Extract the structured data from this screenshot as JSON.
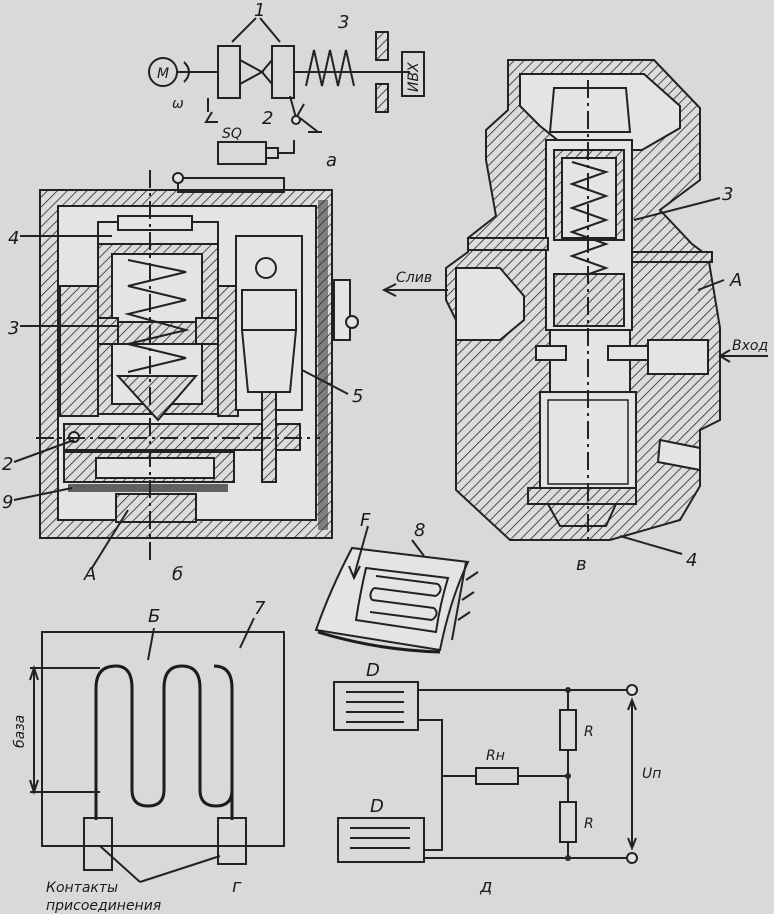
{
  "labels": {
    "a_1": "1",
    "a_3": "3",
    "a_2": "2",
    "a_M": "M",
    "a_omega": "ω",
    "a_SQ": "SQ",
    "a_box": "ИВХ",
    "a_letter": "a",
    "b_4": "4",
    "b_3": "3",
    "b_5": "5",
    "b_2": "2",
    "b_9": "9",
    "b_A": "A",
    "b_letter": "б",
    "v_3": "3",
    "v_A": "A",
    "v_4": "4",
    "v_in": "Вход",
    "v_out": "Слив",
    "v_letter": "в",
    "g_B": "Б",
    "g_7": "7",
    "g_base": "база",
    "g_contacts_1": "Контакты",
    "g_contacts_2": "присоединения",
    "g_letter": "г",
    "f8_F": "F",
    "f8_8": "8",
    "d_D1": "D",
    "d_D2": "D",
    "d_R1": "R",
    "d_R2": "R",
    "d_Rn": "Rн",
    "d_Un": "Uп",
    "d_letter": "д"
  }
}
